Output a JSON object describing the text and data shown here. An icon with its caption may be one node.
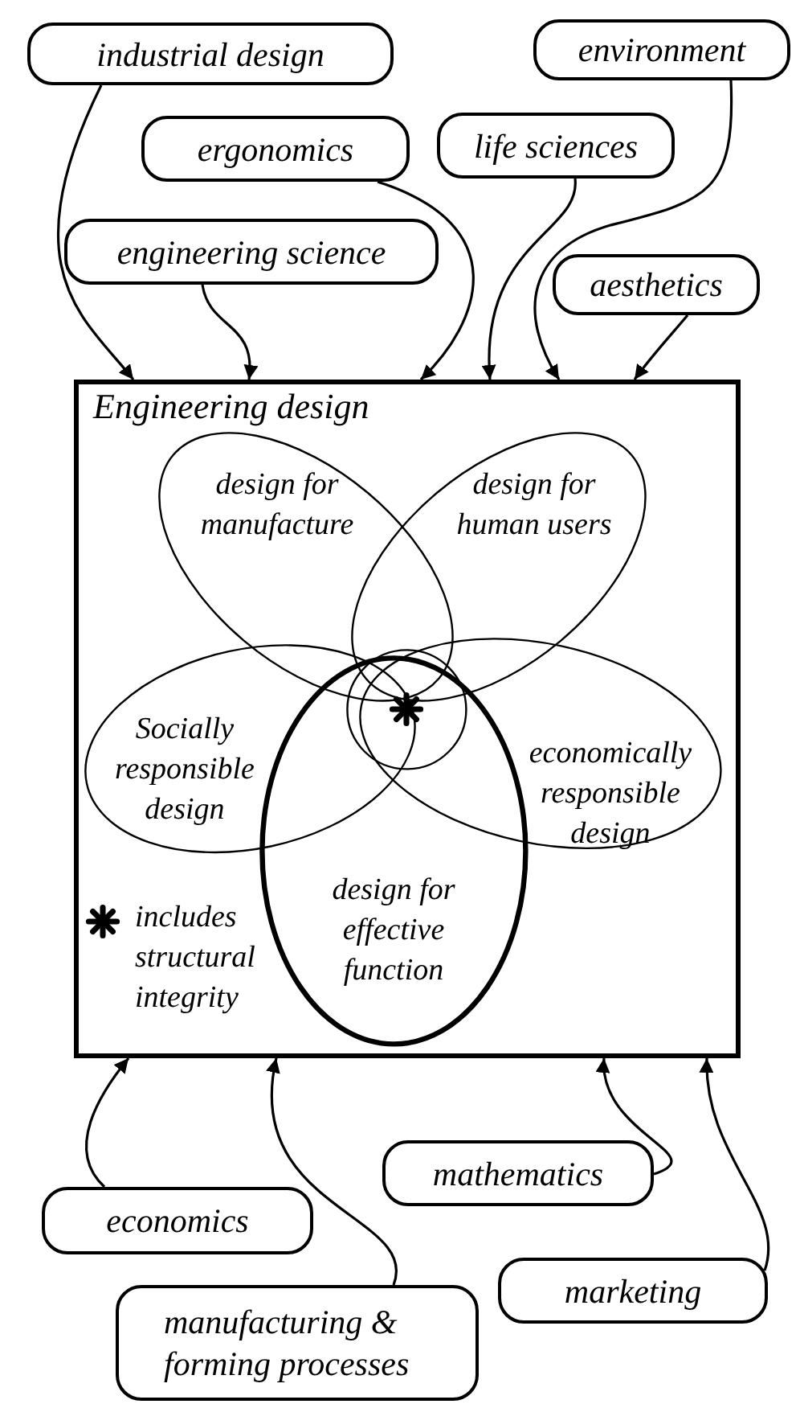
{
  "diagram": {
    "nodes": [
      {
        "text": [
          "industrial design"
        ]
      },
      {
        "text": [
          "environment"
        ]
      },
      {
        "text": [
          "ergonomics"
        ]
      },
      {
        "text": [
          "life sciences"
        ]
      },
      {
        "text": [
          "engineering science"
        ]
      },
      {
        "text": [
          "aesthetics"
        ]
      },
      {
        "text": [
          "Engineering design"
        ]
      },
      {
        "text": [
          "design for manufacture"
        ],
        "in": 6
      },
      {
        "text": [
          "design for human users"
        ],
        "in": 6
      },
      {
        "text": [],
        "shape": "circle",
        "in": 6
      },
      {
        "text": [
          "Socially responsible design"
        ],
        "in": 6
      },
      {
        "text": [
          "economically responsible design"
        ],
        "in": 6
      },
      {
        "text": [
          "design for effective function"
        ],
        "in": 6
      },
      {
        "text": [
          "mathematics"
        ]
      },
      {
        "text": [
          "economics"
        ]
      },
      {
        "text": [
          "marketing"
        ]
      },
      {
        "text": [
          "manufacturing & forming processes"
        ]
      }
    ],
    "edges": [
      {
        "from": 0,
        "to": 6,
        "arrow": "to"
      },
      {
        "from": 4,
        "to": 6,
        "arrow": "to"
      },
      {
        "from": 2,
        "to": 6,
        "arrow": "to"
      },
      {
        "from": 3,
        "to": 6,
        "arrow": "to"
      },
      {
        "from": 1,
        "to": 6,
        "arrow": "to"
      },
      {
        "from": 5,
        "to": 6,
        "arrow": "to"
      },
      {
        "from": 14,
        "to": 6,
        "arrow": "to"
      },
      {
        "from": 16,
        "to": 6,
        "arrow": "to"
      },
      {
        "from": 13,
        "to": 6,
        "arrow": "to"
      },
      {
        "from": 15,
        "to": 6,
        "arrow": "to"
      }
    ],
    "legend": [
      {
        "text": "includes structural integrity"
      }
    ]
  }
}
